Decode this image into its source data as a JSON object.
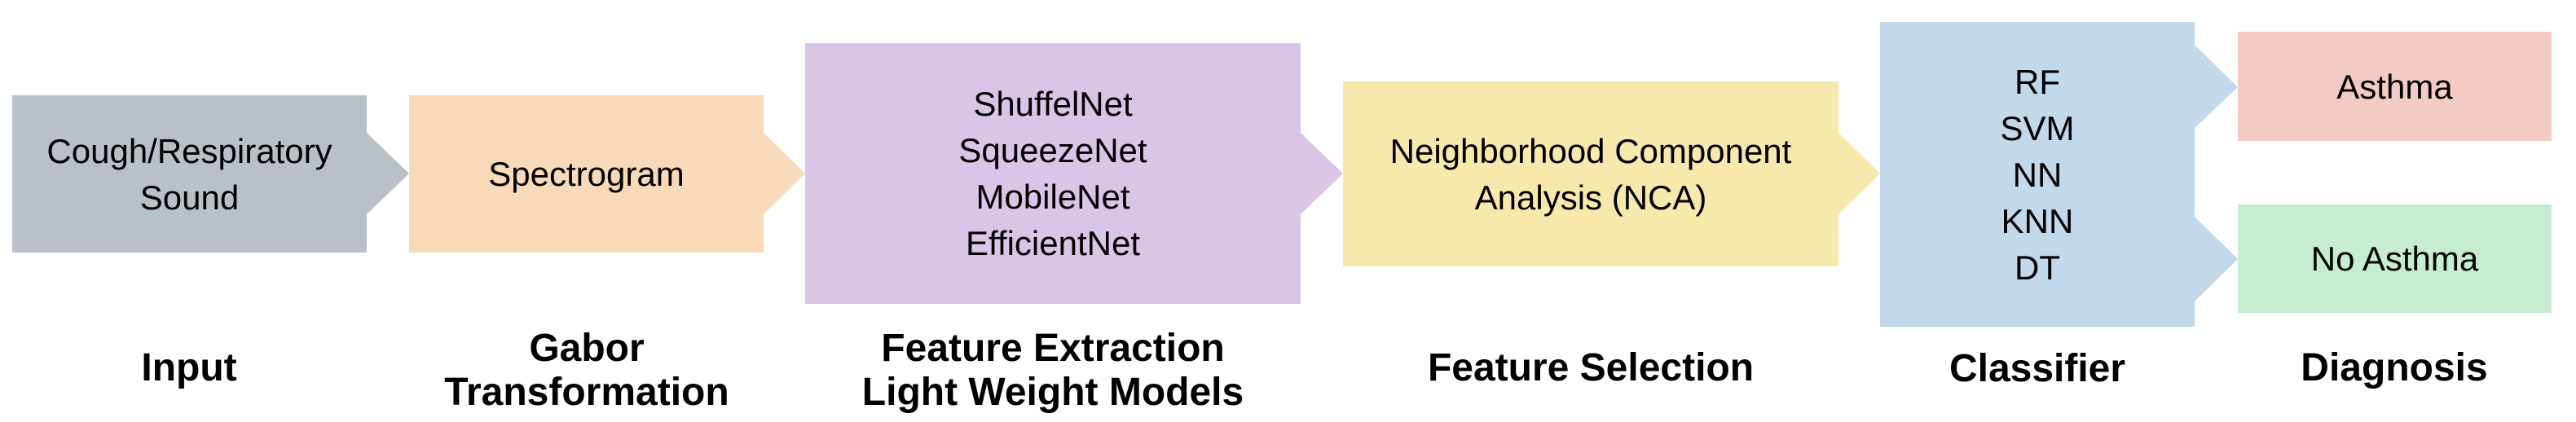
{
  "stages": {
    "input": {
      "lines": [
        "Cough/Respiratory",
        "Sound"
      ],
      "label": "Input",
      "color": "#b9c0c8"
    },
    "gabor_transformation": {
      "lines": [
        "Spectrogram"
      ],
      "label_lines": [
        "Gabor",
        "Transformation"
      ],
      "color": "#f8dab9"
    },
    "feature_extraction": {
      "lines": [
        "ShuffelNet",
        "SqueezeNet",
        "MobileNet",
        "EfficientNet"
      ],
      "label_lines": [
        "Feature Extraction",
        "Light Weight Models"
      ],
      "color": "#d9c5e6"
    },
    "feature_selection": {
      "lines": [
        "Neighborhood Component",
        "Analysis (NCA)"
      ],
      "label": "Feature Selection",
      "color": "#f6e9ab"
    },
    "classifier": {
      "lines": [
        "RF",
        "SVM",
        "NN",
        "KNN",
        "DT"
      ],
      "label": "Classifier",
      "color": "#c2d8eb"
    },
    "diagnosis": {
      "label": "Diagnosis",
      "outcomes": [
        {
          "text": "Asthma",
          "color": "#f4cac5"
        },
        {
          "text": "No Asthma",
          "color": "#c6edd2"
        }
      ]
    }
  }
}
